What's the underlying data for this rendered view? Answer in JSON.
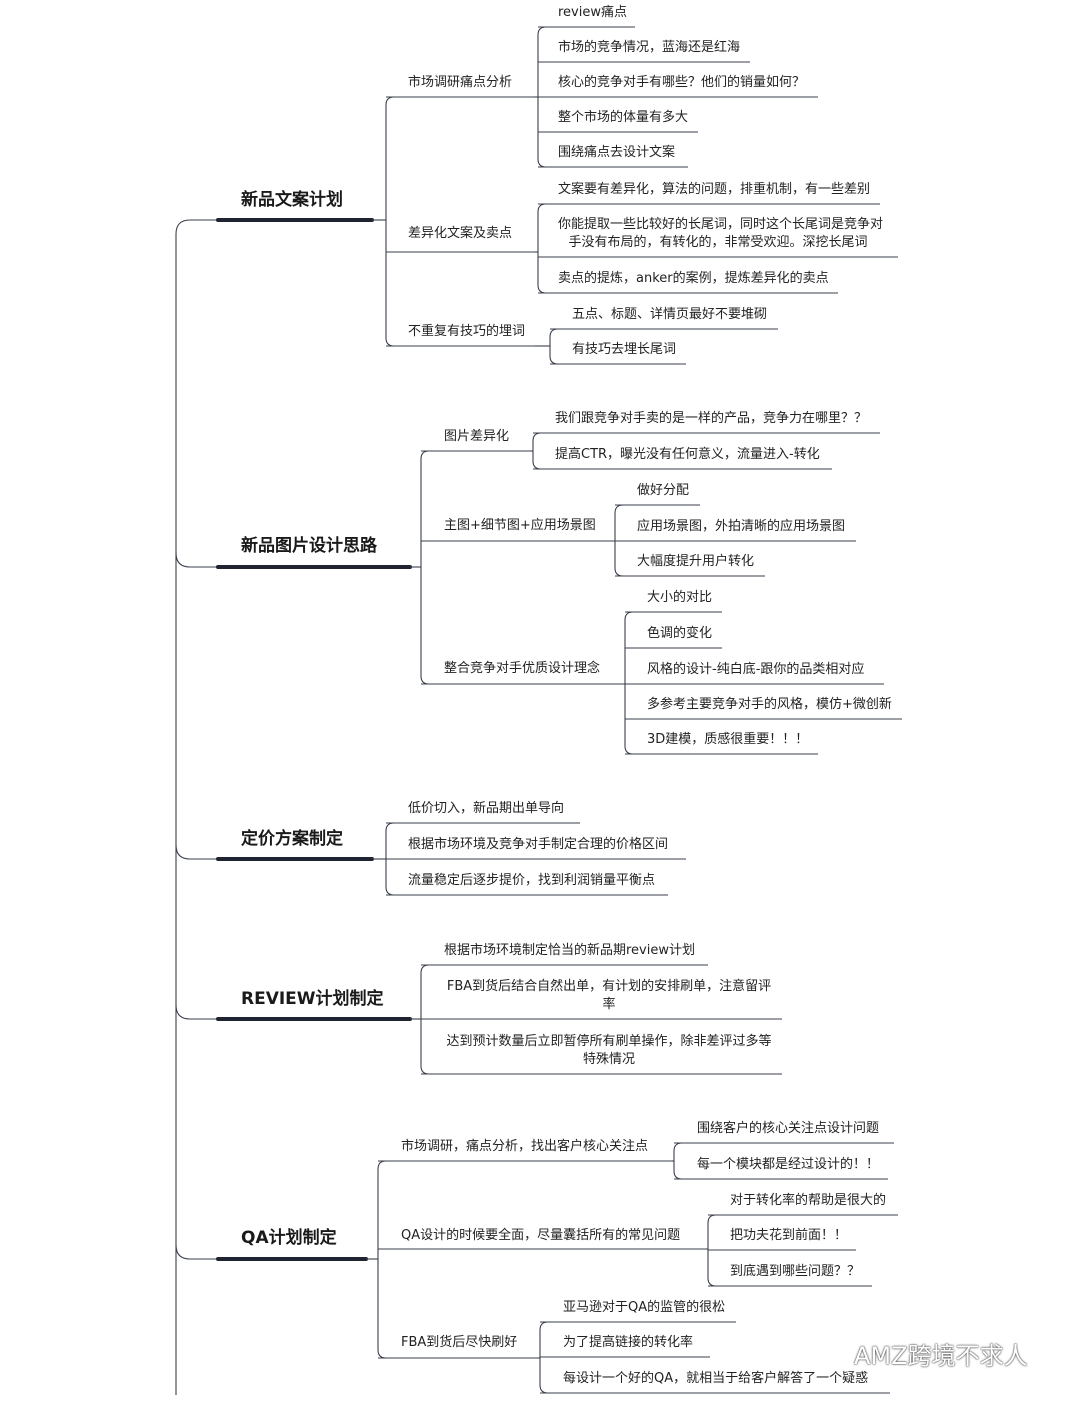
{
  "branches": [
    {
      "title": "新品文案计划",
      "children": [
        {
          "label": "市场调研痛点分析",
          "children": [
            "review痛点",
            "市场的竞争情况，蓝海还是红海",
            "核心的竞争对手有哪些？他们的销量如何？",
            "整个市场的体量有多大",
            "围绕痛点去设计文案"
          ]
        },
        {
          "label": "差异化文案及卖点",
          "children": [
            "文案要有差异化，算法的问题，排重机制，有一些差别",
            [
              "你能提取一些比较好的长尾词，同时这个长尾词是竞争对",
              "手没有布局的，有转化的，非常受欢迎。深挖长尾词"
            ],
            "卖点的提炼，anker的案例，提炼差异化的卖点"
          ]
        },
        {
          "label": "不重复有技巧的埋词",
          "children": [
            "五点、标题、详情页最好不要堆砌",
            "有技巧去埋长尾词"
          ]
        }
      ]
    },
    {
      "title": "新品图片设计思路",
      "children": [
        {
          "label": "图片差异化",
          "children": [
            "我们跟竞争对手卖的是一样的产品，竞争力在哪里？？",
            "提高CTR，曝光没有任何意义，流量进入-转化"
          ]
        },
        {
          "label": "主图+细节图+应用场景图",
          "children": [
            "做好分配",
            "应用场景图，外拍清晰的应用场景图",
            "大幅度提升用户转化"
          ]
        },
        {
          "label": "整合竞争对手优质设计理念",
          "children": [
            "大小的对比",
            "色调的变化",
            "风格的设计-纯白底-跟你的品类相对应",
            "多参考主要竞争对手的风格，模仿+微创新",
            "3D建模，质感很重要！！！"
          ]
        }
      ]
    },
    {
      "title": "定价方案制定",
      "children": [
        {
          "label": "低价切入，新品期出单导向"
        },
        {
          "label": "根据市场环境及竞争对手制定合理的价格区间"
        },
        {
          "label": "流量稳定后逐步提价，找到利润销量平衡点"
        }
      ]
    },
    {
      "title": "REVIEW计划制定",
      "children": [
        {
          "label": "根据市场环境制定恰当的新品期review计划"
        },
        {
          "label": [
            "FBA到货后结合自然出单，有计划的安排刷单，注意留评",
            "率"
          ]
        },
        {
          "label": [
            "达到预计数量后立即暂停所有刷单操作，除非差评过多等",
            "特殊情况"
          ]
        }
      ]
    },
    {
      "title": "QA计划制定",
      "children": [
        {
          "label": "市场调研，痛点分析，找出客户核心关注点",
          "children": [
            "围绕客户的核心关注点设计问题",
            "每一个模块都是经过设计的！！"
          ]
        },
        {
          "label": "QA设计的时候要全面，尽量囊括所有的常见问题",
          "children": [
            "对于转化率的帮助是很大的",
            "把功夫花到前面！！",
            "到底遇到哪些问题？？"
          ]
        },
        {
          "label": "FBA到货后尽快刷好",
          "children": [
            "亚马逊对于QA的监管的很松",
            "为了提高链接的转化率",
            "每设计一个好的QA，就相当于给客户解答了一个疑惑"
          ]
        }
      ]
    }
  ],
  "watermark": {
    "text": "AMZ跨境不求人",
    "icon": "wechat-icon"
  }
}
